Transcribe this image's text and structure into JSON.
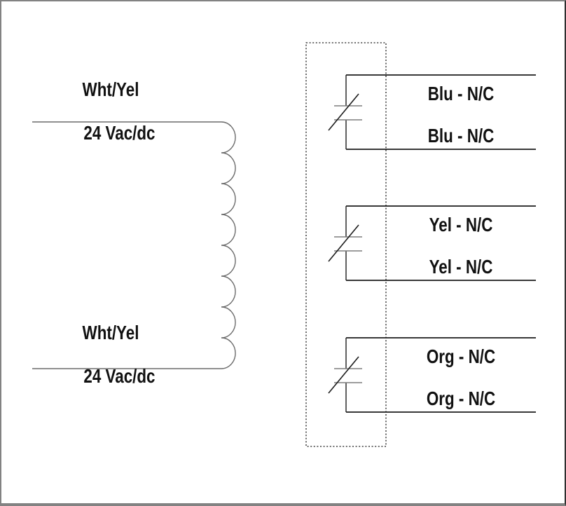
{
  "coil": {
    "top_label": {
      "line1": "Wht/Yel",
      "line2": "24 Vac/dc"
    },
    "bottom_label": {
      "line1": "Wht/Yel",
      "line2": "24 Vac/dc"
    }
  },
  "switches": [
    {
      "id": "blu",
      "contact_type": "normally-closed",
      "top_label": "Blu - N/C",
      "bottom_label": "Blu - N/C"
    },
    {
      "id": "yel",
      "contact_type": "normally-closed",
      "top_label": "Yel - N/C",
      "bottom_label": "Yel - N/C"
    },
    {
      "id": "org",
      "contact_type": "normally-closed",
      "top_label": "Org - N/C",
      "bottom_label": "Org - N/C"
    }
  ],
  "colors": {
    "background": "#ffffff",
    "text": "#111111",
    "wire_line": "#1c1c1c",
    "coil_line": "#6a6a6a",
    "contact_bar": "#7d7d7d",
    "dotted_box": "#1a1a1a",
    "frame_grey": "#828282",
    "frame_dark": "#2f2f2f"
  }
}
